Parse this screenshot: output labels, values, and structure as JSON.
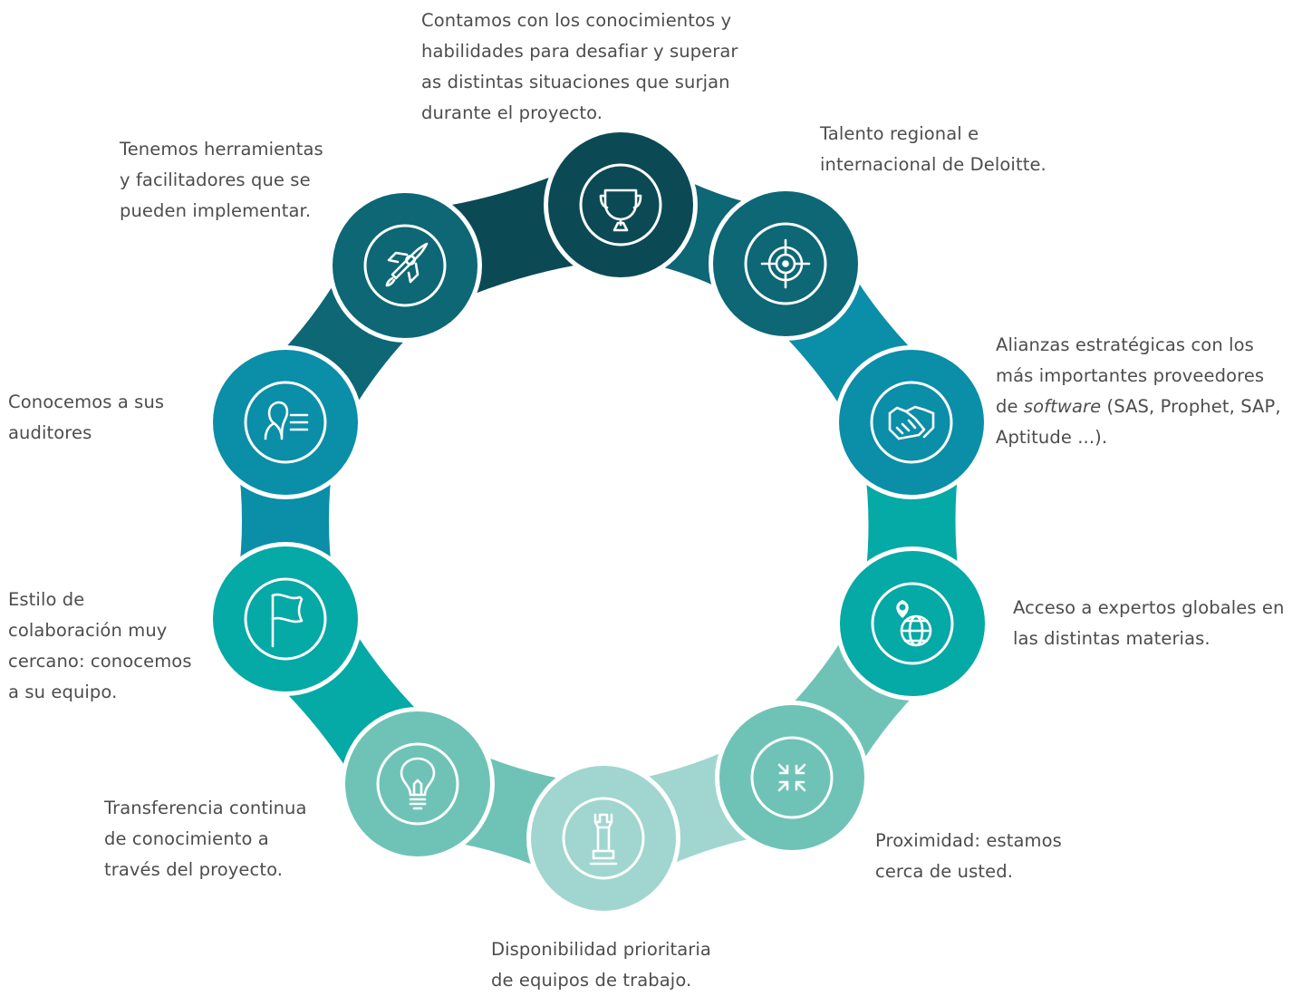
{
  "nodes": [
    {
      "id": "trophy",
      "icon": "trophy-icon",
      "color": "#0b4a55",
      "label": [
        "Contamos con los conocimientos y",
        "habilidades para desafiar y superar",
        "as distintas situaciones que surjan",
        "durante el proyecto."
      ]
    },
    {
      "id": "target",
      "icon": "target-icon",
      "color": "#0d6775",
      "label": [
        "Talento regional e",
        "internacional de Deloitte."
      ]
    },
    {
      "id": "handshake",
      "icon": "handshake-icon",
      "color": "#0b8ea8",
      "label": [
        "Alianzas estratégicas con los",
        "más importantes proveedores",
        "de",
        "software",
        "(SAS, Prophet, SAP,",
        "Aptitude ...)."
      ]
    },
    {
      "id": "globe",
      "icon": "globe-location-icon",
      "color": "#05a9a6",
      "label": [
        "Acceso a expertos globales en",
        "las distintas materias."
      ]
    },
    {
      "id": "compress",
      "icon": "compress-arrows-icon",
      "color": "#6fc3b6",
      "label": [
        "Proximidad: estamos",
        "cerca de usted."
      ]
    },
    {
      "id": "chess",
      "icon": "chess-rook-icon",
      "color": "#a0d6cf",
      "label": [
        "Disponibilidad prioritaria",
        "de equipos de trabajo."
      ]
    },
    {
      "id": "bulb",
      "icon": "lightbulb-icon",
      "color": "#6fc3b6",
      "label": [
        "Transferencia continua",
        "de conocimiento a",
        "través del proyecto."
      ]
    },
    {
      "id": "flag",
      "icon": "flag-icon",
      "color": "#05a9a6",
      "label": [
        "Estilo de",
        "colaboración muy",
        "cercano: conocemos",
        "a su equipo."
      ]
    },
    {
      "id": "auditor",
      "icon": "person-list-icon",
      "color": "#0b8ea8",
      "label": [
        "Conocemos a sus",
        "auditores"
      ]
    },
    {
      "id": "rocket",
      "icon": "rocket-icon",
      "color": "#0d6775",
      "label": [
        "Tenemos herramientas",
        "y facilitadores que se",
        "pueden implementar."
      ]
    }
  ]
}
